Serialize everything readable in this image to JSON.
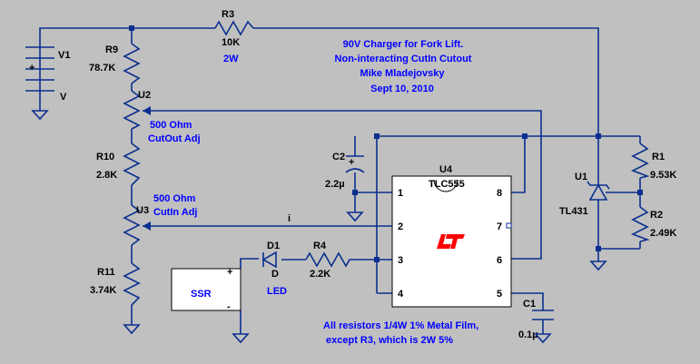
{
  "colors": {
    "background": "#c0c0c0",
    "wire": "#0a2f8f",
    "component_text": "#000000",
    "annotation_text": "#0000ff",
    "chip_logo": "#ff0000"
  },
  "title": {
    "line1": "90V Charger for Fork Lift.",
    "line2": "Non-interacting CutIn Cutout",
    "line3": "Mike Mladejovsky",
    "line4": "Sept 10, 2010"
  },
  "components": {
    "V1": {
      "ref": "V1",
      "value": "V",
      "plus": "+"
    },
    "R3": {
      "ref": "R3",
      "value": "10K",
      "power": "2W"
    },
    "R9": {
      "ref": "R9",
      "value": "78.7K"
    },
    "U2": {
      "ref": "U2",
      "note1": "500 Ohm",
      "note2": "CutOut Adj"
    },
    "R10": {
      "ref": "R10",
      "value": "2.8K"
    },
    "U3": {
      "ref": "U3",
      "note1": "500 Ohm",
      "note2": "CutIn Adj"
    },
    "R11": {
      "ref": "R11",
      "value": "3.74K"
    },
    "C2": {
      "ref": "C2",
      "value": "2.2µ",
      "plus": "+"
    },
    "U4": {
      "ref": "U4",
      "part": "TLC555",
      "pins": {
        "p1": "1",
        "p2": "2",
        "p3": "3",
        "p4": "4",
        "p5": "5",
        "p6": "6",
        "p7": "7",
        "p8": "8"
      }
    },
    "U1": {
      "ref": "U1",
      "part": "TL431"
    },
    "R1": {
      "ref": "R1",
      "value": "9.53K"
    },
    "R2": {
      "ref": "R2",
      "value": "2.49K"
    },
    "D1": {
      "ref": "D1",
      "value": "D",
      "type": "LED"
    },
    "R4": {
      "ref": "R4",
      "value": "2.2K"
    },
    "SSR": {
      "label": "SSR",
      "plus": "+",
      "minus": "-"
    },
    "C1": {
      "ref": "C1",
      "value": "0.1µ"
    }
  },
  "net_label": "i",
  "notes": {
    "line1": "All resistors 1/4W 1% Metal Film,",
    "line2": "except R3, which is 2W 5%"
  },
  "icons": {
    "ground": "ground-icon",
    "logo": "lt-logo-icon"
  }
}
